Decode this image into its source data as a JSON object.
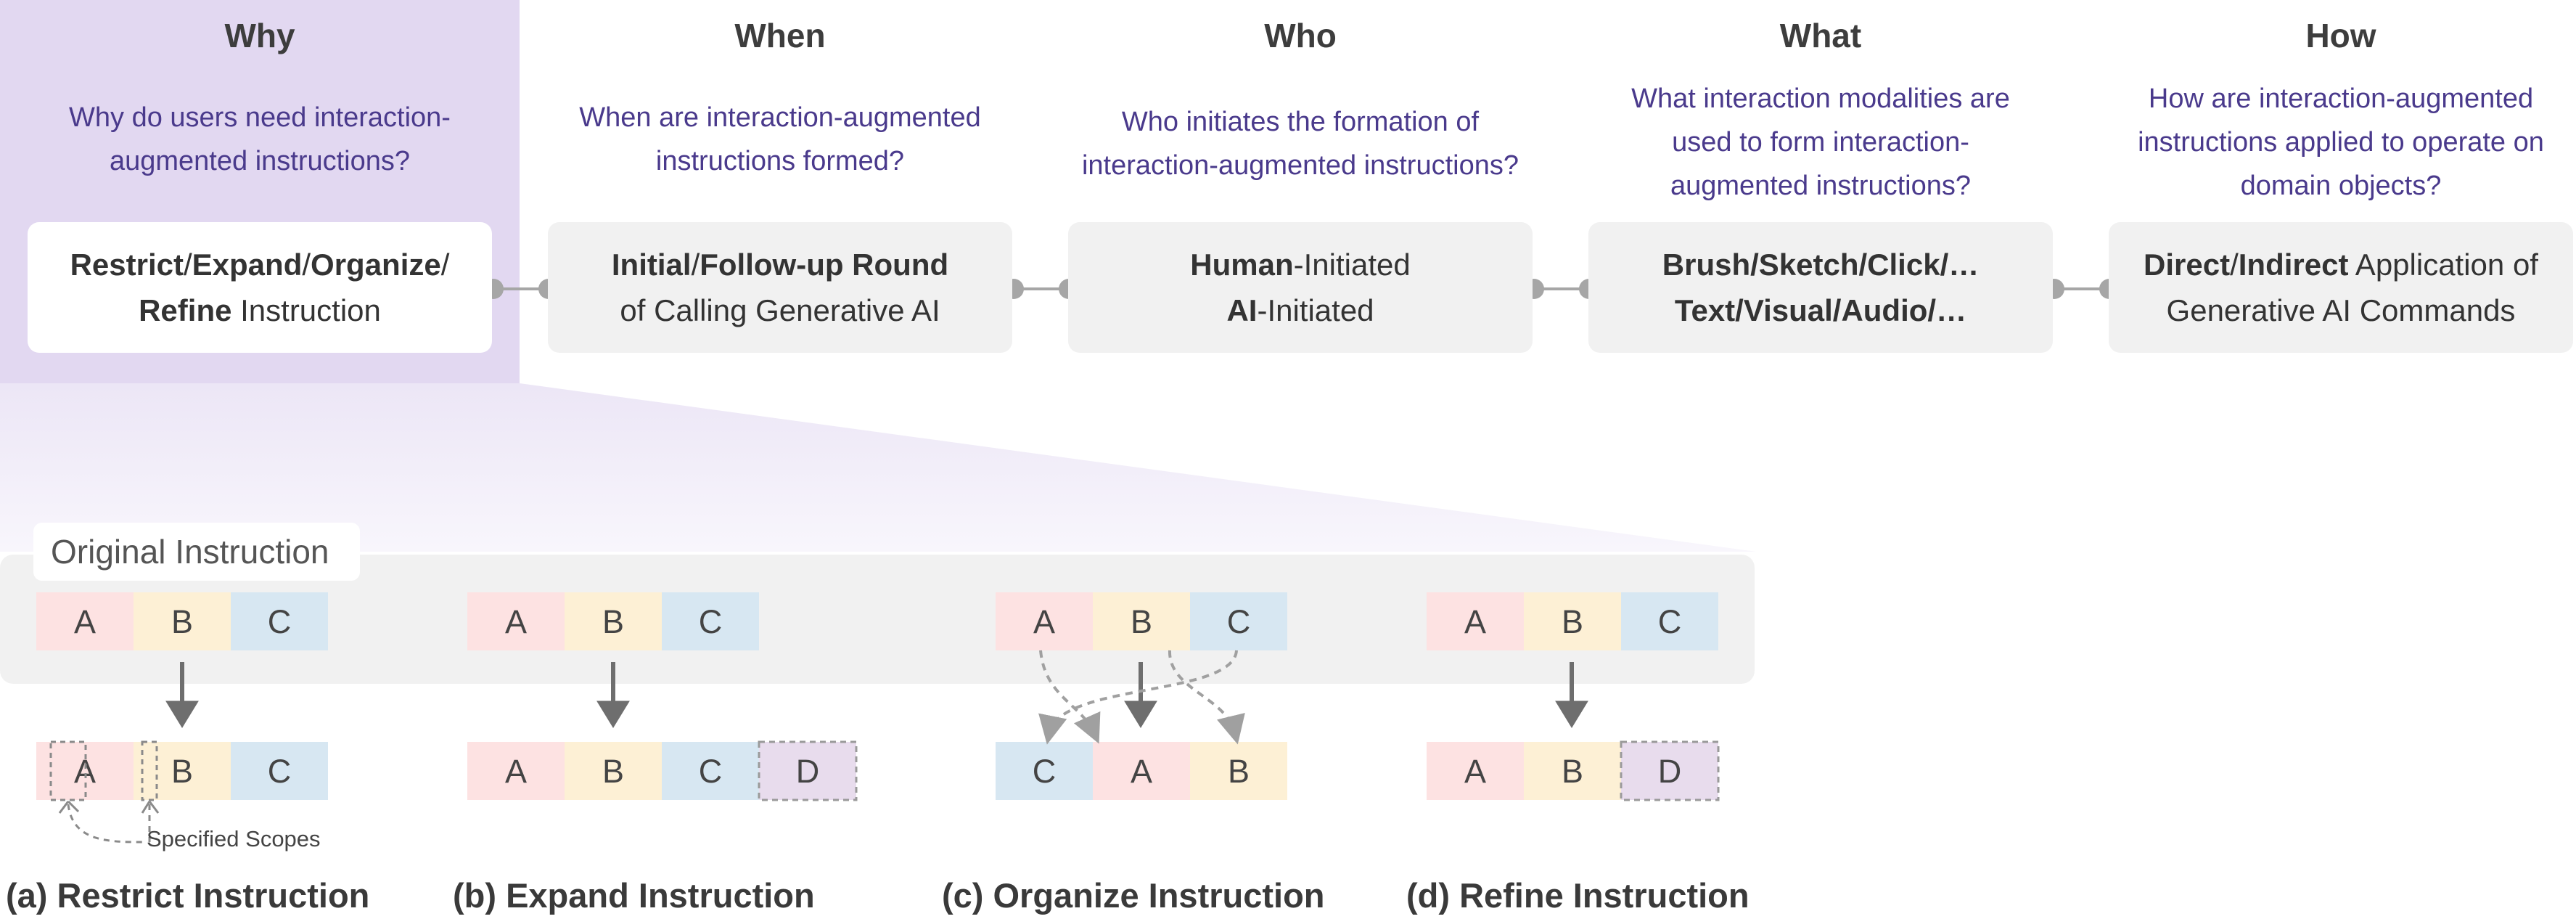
{
  "columns": [
    {
      "heading": "Why",
      "question": [
        "Why do users need interaction-",
        "augmented instructions?"
      ],
      "box": [
        [
          {
            "b": true,
            "t": "Restrict"
          },
          {
            "b": false,
            "t": "/"
          },
          {
            "b": true,
            "t": "Expand"
          },
          {
            "b": false,
            "t": "/"
          },
          {
            "b": true,
            "t": "Organize"
          },
          {
            "b": false,
            "t": "/"
          }
        ],
        [
          {
            "b": true,
            "t": "Refine"
          },
          {
            "b": false,
            "t": " Instruction"
          }
        ]
      ]
    },
    {
      "heading": "When",
      "question": [
        "When are interaction-augmented",
        "instructions formed?"
      ],
      "box": [
        [
          {
            "b": true,
            "t": "Initial"
          },
          {
            "b": false,
            "t": "/"
          },
          {
            "b": true,
            "t": "Follow-up Round"
          }
        ],
        [
          {
            "b": false,
            "t": "of Calling Generative AI"
          }
        ]
      ]
    },
    {
      "heading": "Who",
      "question": [
        "Who initiates the formation of",
        "interaction-augmented instructions?"
      ],
      "box": [
        [
          {
            "b": true,
            "t": "Human"
          },
          {
            "b": false,
            "t": "-Initiated"
          }
        ],
        [
          {
            "b": true,
            "t": "AI"
          },
          {
            "b": false,
            "t": "-Initiated"
          }
        ]
      ]
    },
    {
      "heading": "What",
      "question": [
        "What interaction modalities are",
        "used to form interaction-",
        "augmented instructions?"
      ],
      "box": [
        [
          {
            "b": true,
            "t": "Brush/Sketch/Click/…"
          }
        ],
        [
          {
            "b": true,
            "t": "Text/Visual/Audio/…"
          }
        ]
      ]
    },
    {
      "heading": "How",
      "question": [
        "How are interaction-augmented",
        "instructions applied to operate on",
        "domain objects?"
      ],
      "box": [
        [
          {
            "b": true,
            "t": "Direct"
          },
          {
            "b": false,
            "t": "/"
          },
          {
            "b": true,
            "t": "Indirect"
          },
          {
            "b": false,
            "t": " Application of"
          }
        ],
        [
          {
            "b": false,
            "t": "Generative AI Commands"
          }
        ]
      ]
    }
  ],
  "original_label": "Original Instruction",
  "scope_note": "Specified Scopes",
  "colors": {
    "A": "#fde2e2",
    "B": "#fdf0d5",
    "C": "#d7e7f2",
    "D": "#e8dced",
    "highlight": "#e2d8f1",
    "panel": "#f1f1f1",
    "question": "#4a3a8c"
  },
  "examples": [
    {
      "title": "(a) Restrict Instruction",
      "top": [
        "A",
        "B",
        "C"
      ],
      "bottom": [
        "A",
        "B",
        "C"
      ]
    },
    {
      "title": "(b) Expand Instruction",
      "top": [
        "A",
        "B",
        "C"
      ],
      "bottom": [
        "A",
        "B",
        "C",
        "D"
      ]
    },
    {
      "title": "(c) Organize Instruction",
      "top": [
        "A",
        "B",
        "C"
      ],
      "bottom": [
        "C",
        "A",
        "B"
      ]
    },
    {
      "title": "(d) Refine Instruction",
      "top": [
        "A",
        "B",
        "C"
      ],
      "bottom": [
        "A",
        "B",
        "D"
      ]
    }
  ]
}
